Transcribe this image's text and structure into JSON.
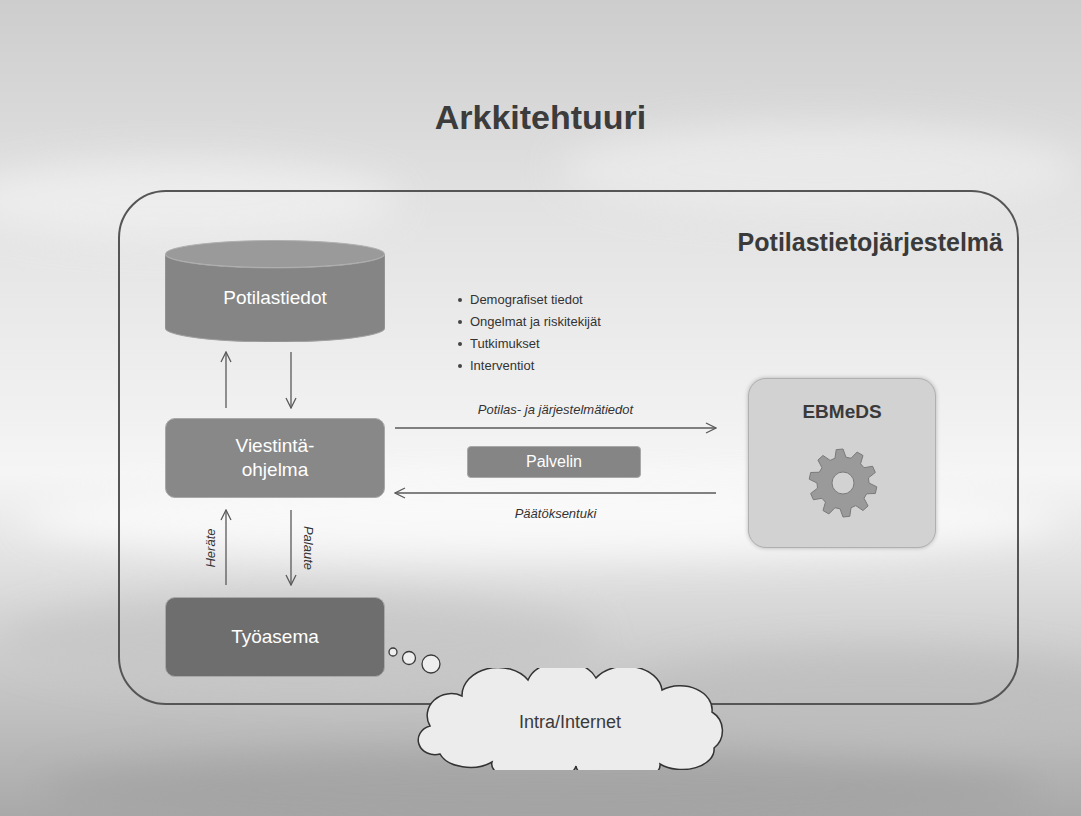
{
  "diagram": {
    "title": "Arkkitehtuuri",
    "nodes": [
      {
        "text": [
          "Potilastietojärjestelmä"
        ]
      },
      {
        "text": [
          "Potilastiedot"
        ],
        "in": 0
      },
      {
        "text": [
          "Viestintä- ohjelma"
        ],
        "in": 0
      },
      {
        "text": [
          "Palvelin"
        ],
        "in": 0
      },
      {
        "text": [
          "EBMeDS"
        ],
        "in": 0
      },
      {
        "text": [
          "Työasema"
        ],
        "in": 0
      },
      {
        "text": [
          "Intra/Internet"
        ]
      }
    ],
    "edges": [
      {
        "from": 2,
        "to": 1,
        "arrow": "to"
      },
      {
        "from": 1,
        "to": 2,
        "arrow": "to"
      },
      {
        "from": 5,
        "to": 2,
        "label": "Heräte",
        "arrow": "to"
      },
      {
        "from": 2,
        "to": 5,
        "label": "Palaute",
        "arrow": "to"
      },
      {
        "from": 2,
        "to": 4,
        "label": "Potilas- ja järjestelmätiedot",
        "arrow": "to"
      },
      {
        "from": 4,
        "to": 2,
        "label": "Päätöksentuki",
        "arrow": "to"
      }
    ],
    "labels": [
      "Demografiset tiedot",
      "Ongelmat ja riskitekijät",
      "Tutkimukset",
      "Interventiot"
    ]
  }
}
